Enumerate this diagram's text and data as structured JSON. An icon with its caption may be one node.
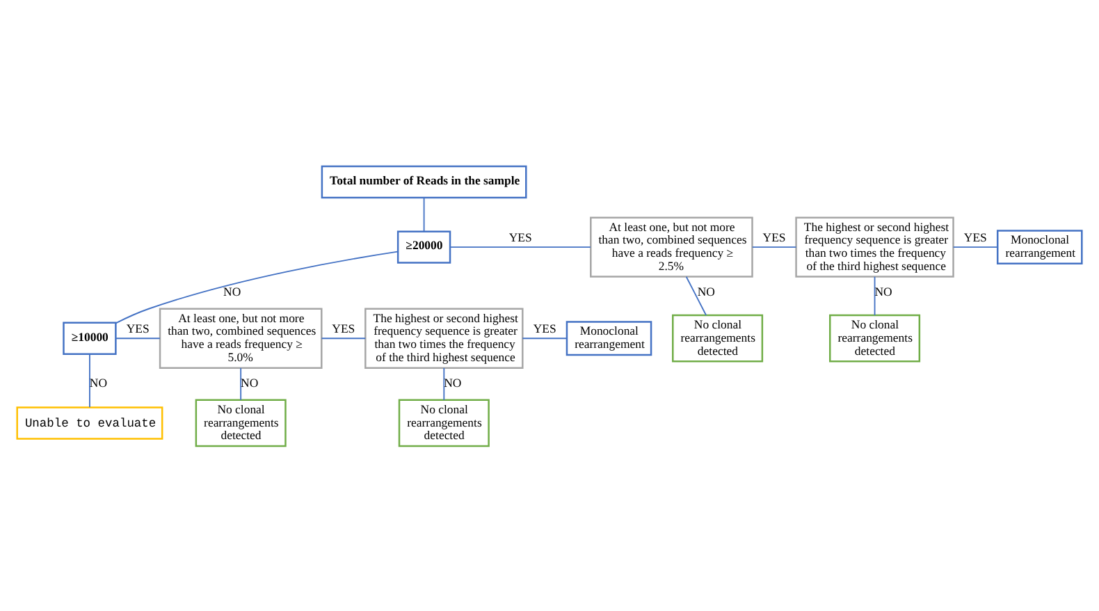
{
  "diagram": {
    "nodes": [
      {
        "text": [
          "Total number of Reads in the sample"
        ]
      },
      {
        "text": [
          "≥20000"
        ]
      },
      {
        "text": [
          "At least one, but not more than two, combined sequences have a reads frequency ≥ 2.5%"
        ]
      },
      {
        "text": [
          "The highest or second highest frequency sequence is greater than two times the frequency of the third highest sequence"
        ]
      },
      {
        "text": [
          "Monoclonal rearrangement"
        ]
      },
      {
        "text": [
          "No clonal rearrangements detected"
        ]
      },
      {
        "text": [
          "No clonal rearrangements detected"
        ]
      },
      {
        "text": [
          "≥10000"
        ]
      },
      {
        "text": [
          "At least one, but not more than two, combined sequences have a reads frequency ≥ 5.0%"
        ]
      },
      {
        "text": [
          "The highest or second highest frequency sequence is greater than two times the frequency of the third highest sequence"
        ]
      },
      {
        "text": [
          "Monoclonal rearrangement"
        ]
      },
      {
        "text": [
          "No clonal rearrangements detected"
        ]
      },
      {
        "text": [
          "No clonal rearrangements detected"
        ]
      },
      {
        "text": [
          "Unable to evaluate"
        ]
      }
    ],
    "edges": [
      {
        "from": 0,
        "to": 1,
        "arrow": "none"
      },
      {
        "from": 1,
        "to": 2,
        "arrow": "none",
        "label": "YES"
      },
      {
        "from": 2,
        "to": 3,
        "arrow": "none",
        "label": "YES"
      },
      {
        "from": 3,
        "to": 4,
        "arrow": "none",
        "label": "YES"
      },
      {
        "from": 2,
        "to": 5,
        "arrow": "none",
        "label": "NO"
      },
      {
        "from": 3,
        "to": 6,
        "arrow": "none",
        "label": "NO"
      },
      {
        "from": 1,
        "to": 7,
        "arrow": "none",
        "label": "NO"
      },
      {
        "from": 7,
        "to": 8,
        "arrow": "none",
        "label": "YES"
      },
      {
        "from": 8,
        "to": 9,
        "arrow": "none",
        "label": "YES"
      },
      {
        "from": 9,
        "to": 10,
        "arrow": "none",
        "label": "YES"
      },
      {
        "from": 8,
        "to": 11,
        "arrow": "none",
        "label": "NO"
      },
      {
        "from": 9,
        "to": 12,
        "arrow": "none",
        "label": "NO"
      },
      {
        "from": 7,
        "to": 13,
        "arrow": "none",
        "label": "NO"
      }
    ]
  }
}
